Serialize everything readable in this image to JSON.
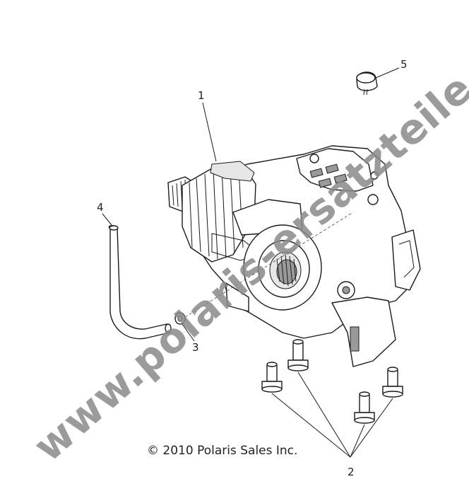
{
  "copyright": "© 2010 Polaris Sales Inc.",
  "watermark": "www.polaris-ersatzteile.de",
  "callouts": {
    "c1": "1",
    "c2": "2",
    "c3": "3",
    "c4": "4",
    "c5": "5"
  }
}
